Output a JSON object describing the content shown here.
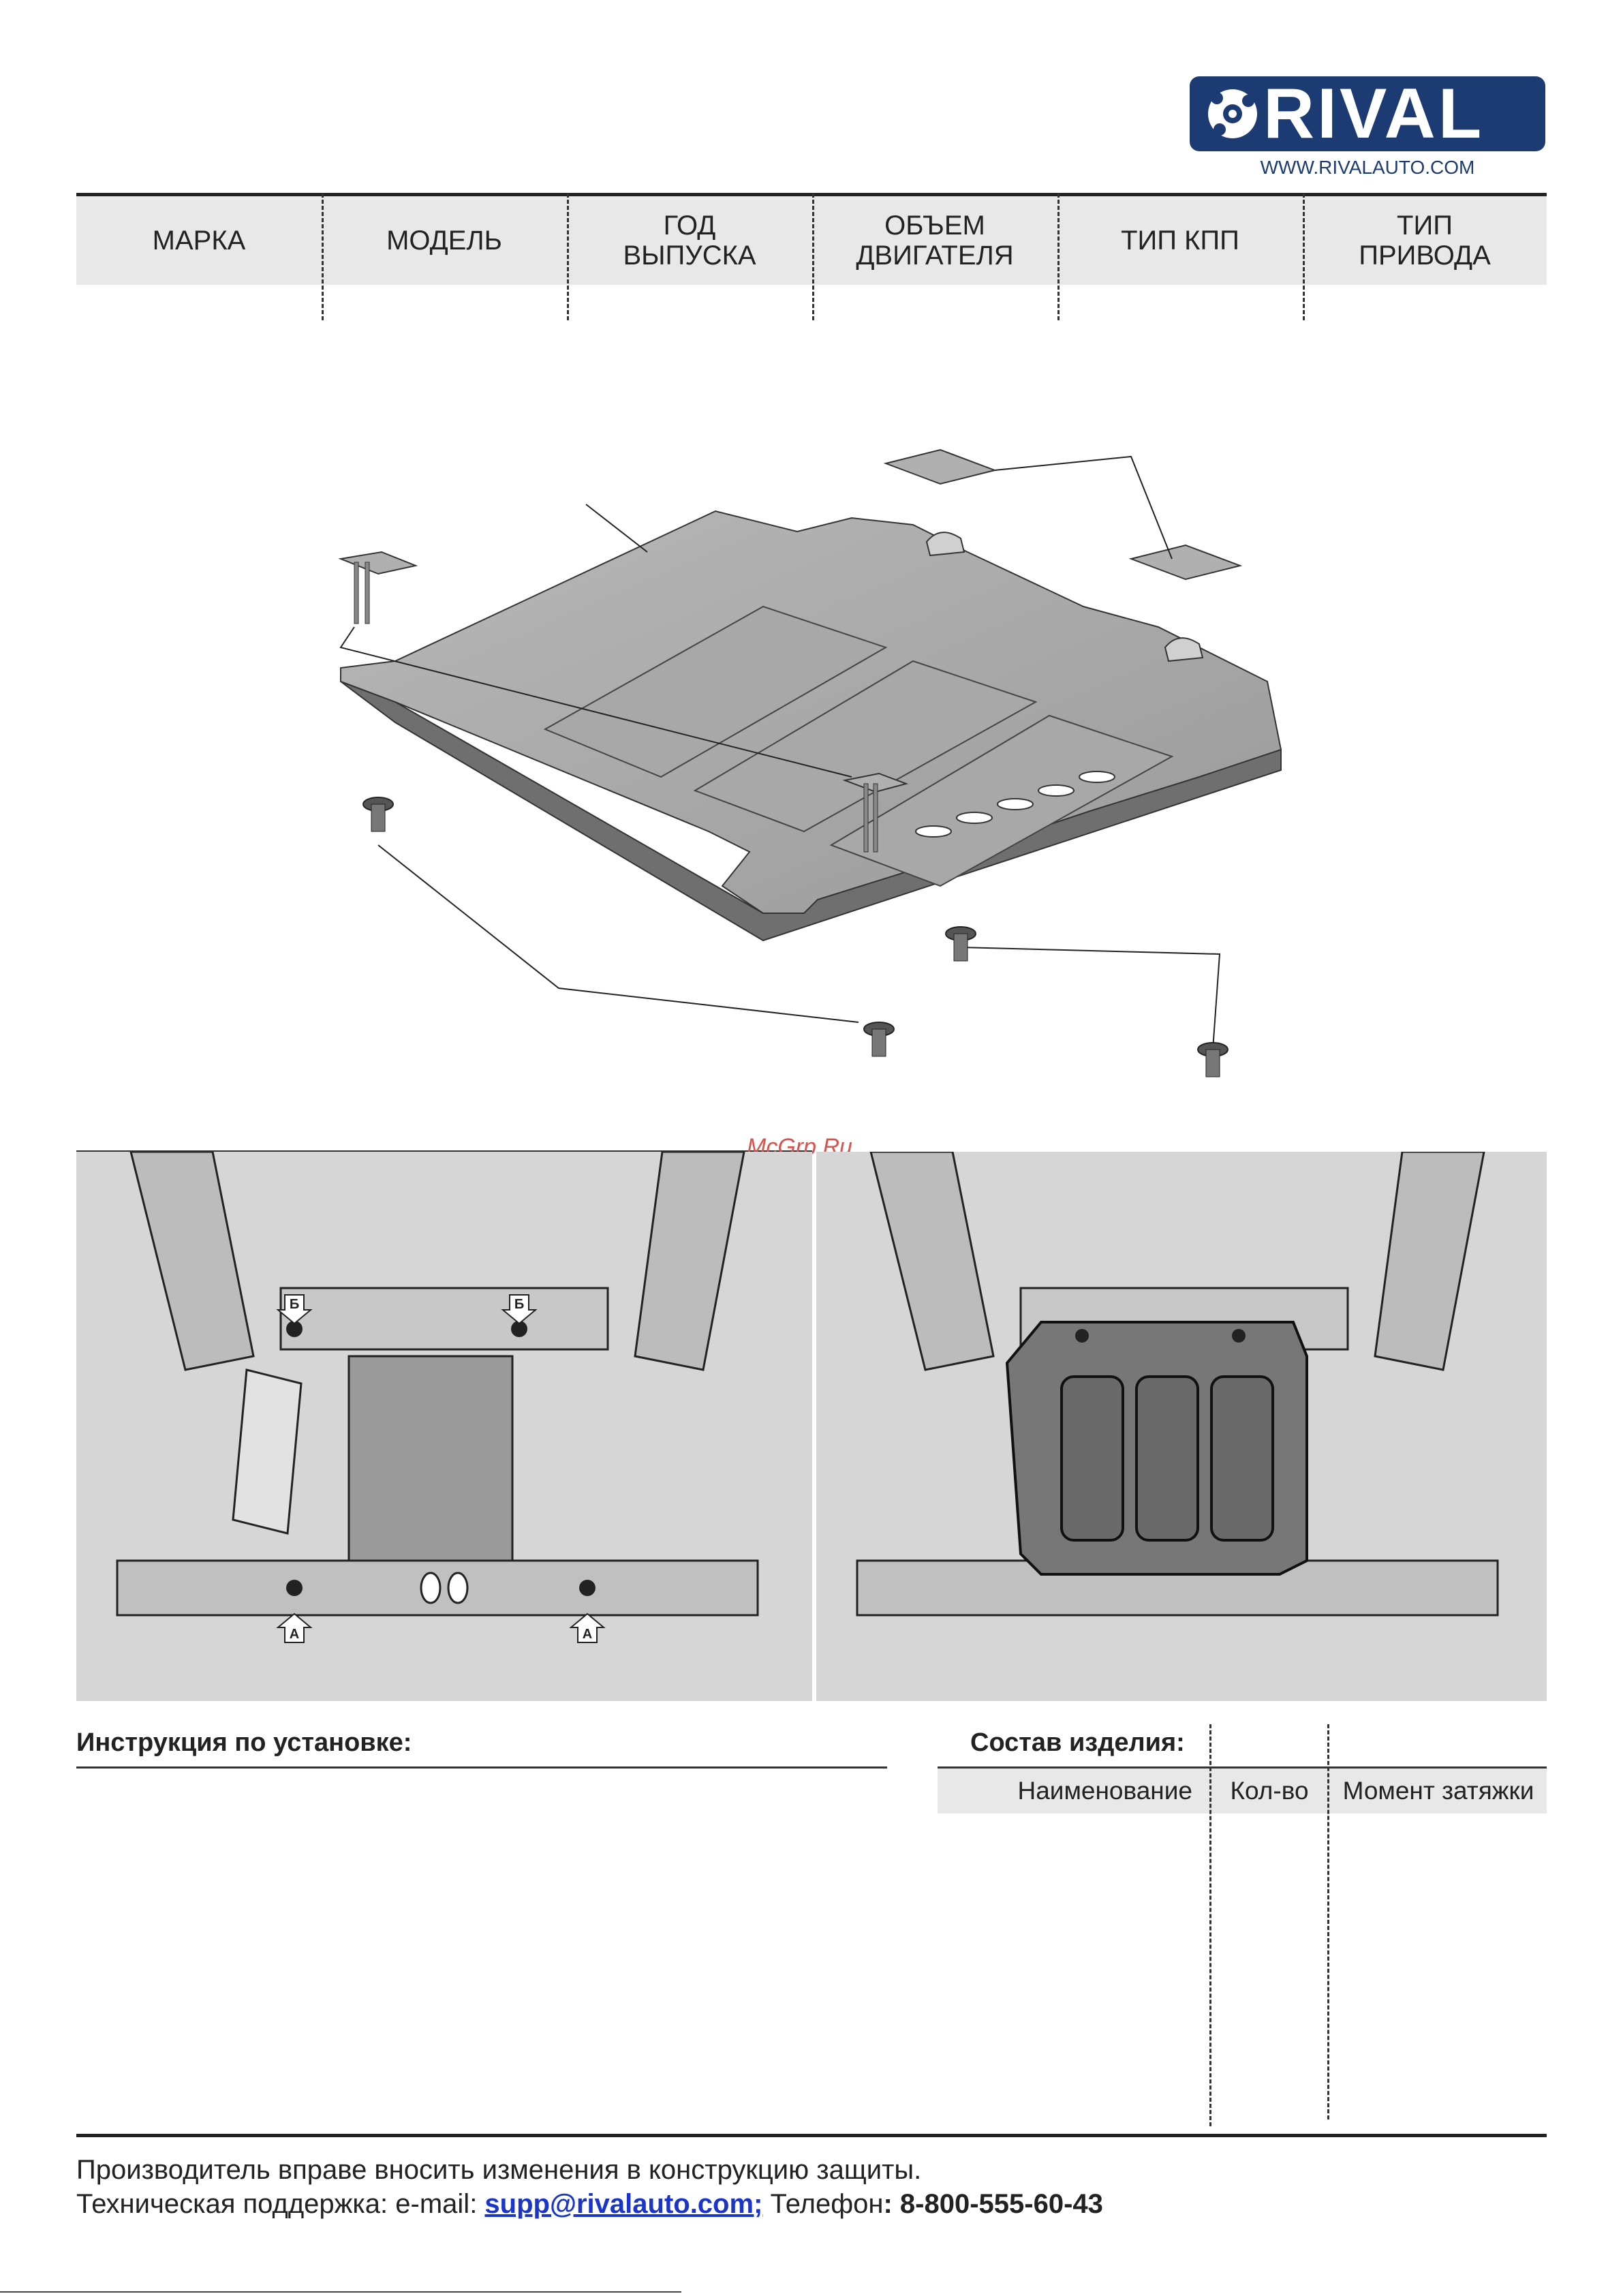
{
  "logo": {
    "brand": "RIVAL",
    "url": "WWW.RIVALAUTO.COM"
  },
  "header": {
    "columns": [
      {
        "label": "МАРКА"
      },
      {
        "label": "МОДЕЛЬ"
      },
      {
        "label": "ГОД\nВЫПУСКА"
      },
      {
        "label": "ОБЪЕМ\nДВИГАТЕЛЯ"
      },
      {
        "label": "ТИП КПП"
      },
      {
        "label": "ТИП\nПРИВОДА"
      }
    ]
  },
  "photos": {
    "watermark": "McGrp.Ru",
    "markers": {
      "a": "А",
      "b": "Б"
    }
  },
  "instructions": {
    "title": "Инструкция по установке:"
  },
  "composition": {
    "title": "Состав изделия:",
    "col_name": "Наименование",
    "col_qty": "Кол-во",
    "col_torque": "Момент затяжки"
  },
  "footer": {
    "line1": "Производитель вправе вносить изменения в конструкцию защиты.",
    "support_label": "Техническая поддержка:  e-mail: ",
    "email": "supp@rivalauto.com",
    "email_suffix": ";",
    "phone_label": " Телефон",
    "phone": ": 8-800-555-60-43"
  },
  "colors": {
    "brand": "#1c3b72",
    "link": "#1a35c8",
    "watermark": "#d9534f",
    "band": "#e8e8e8"
  }
}
